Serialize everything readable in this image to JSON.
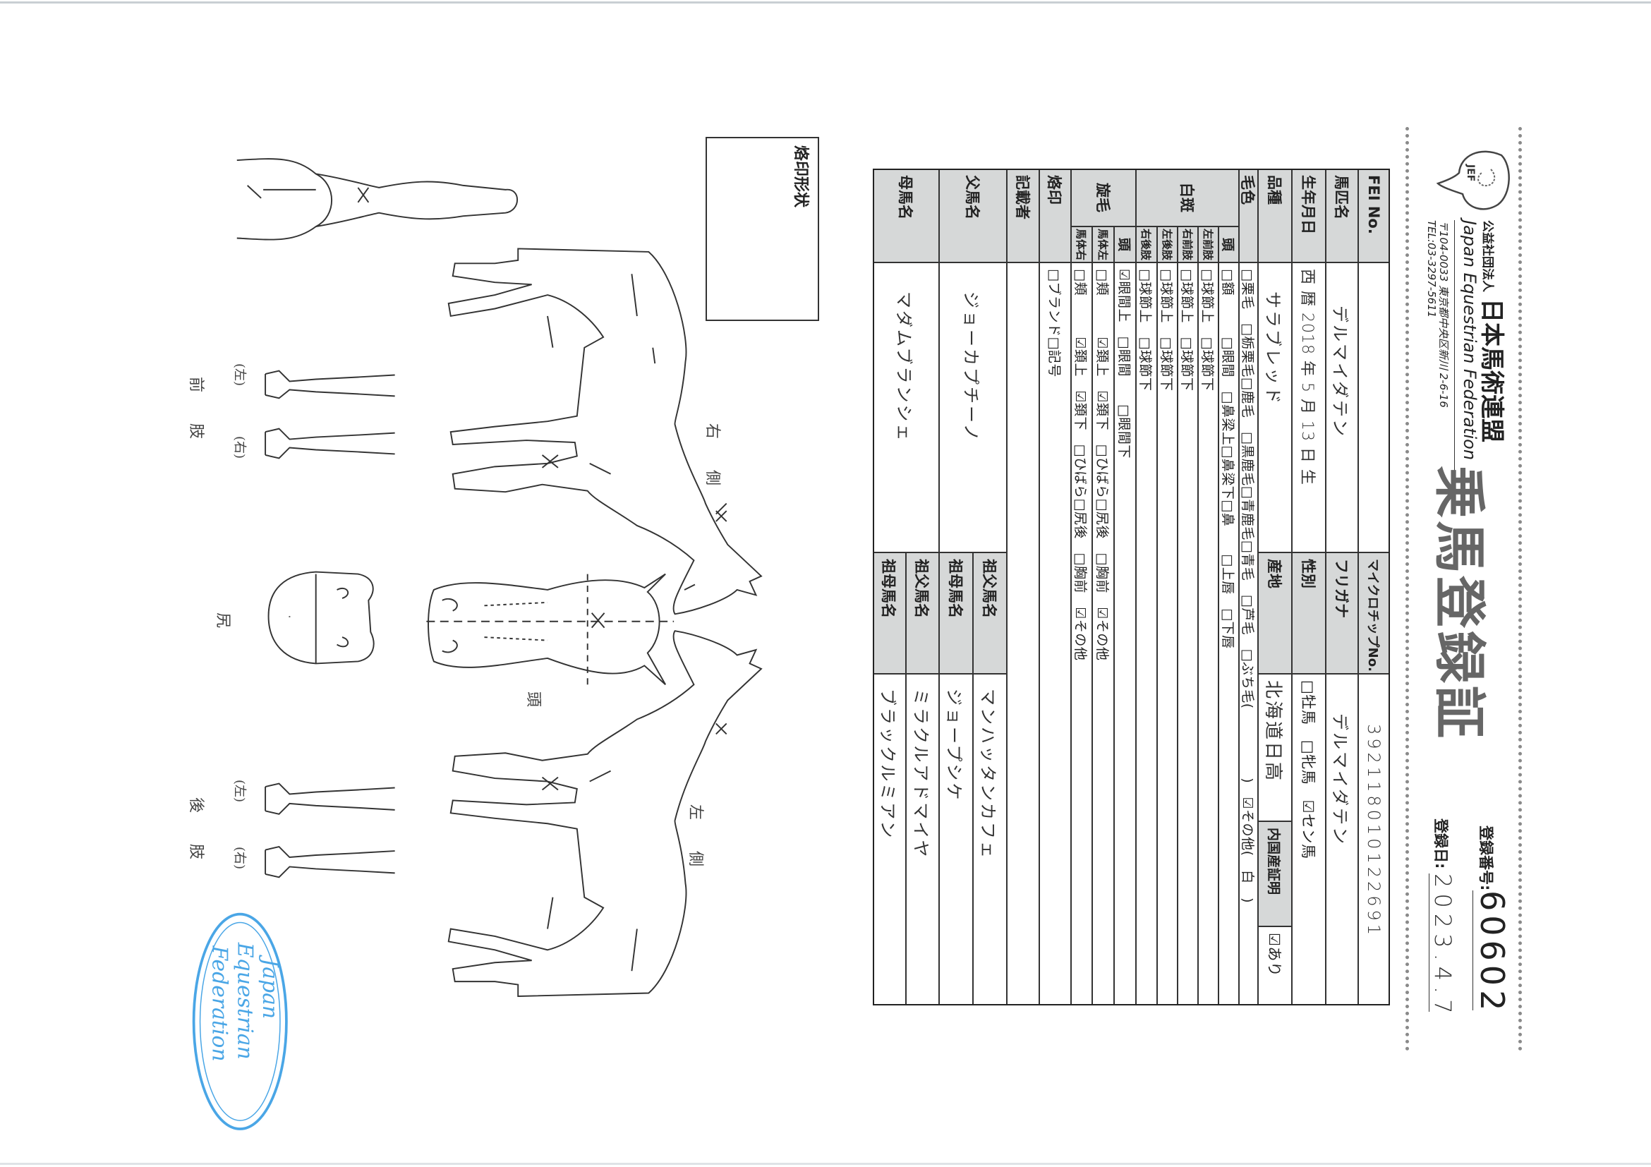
{
  "header": {
    "logo_text": "JEF",
    "org_type": "公益社団法人",
    "org_name": "日本馬術連盟",
    "org_name_en": "Japan Equestrian Federation",
    "address": "〒104-0033 東京都中央区新川 2-6-16",
    "tel": "TEL:03-3297-5611",
    "title": "乗馬登録証",
    "reg_number_label": "登録番号:",
    "reg_number": "60602",
    "reg_date_label": "登録日:",
    "reg_date": "2023.4.7"
  },
  "table": {
    "fei_label": "FEI No.",
    "fei_value": "",
    "microchip_label": "マイクロチップNo.",
    "microchip_value": "392118010122691",
    "name_label": "馬匹名",
    "name_value": "デルマイダテン",
    "furigana_label": "フリガナ",
    "furigana_value": "デルマイダテン",
    "birth_label": "生年月日",
    "birth_value": "西 暦  2018  年  5  月  13  日  生",
    "sex_label": "性別",
    "sex_value": "□牡馬　□牝馬　☑セン馬",
    "breed_label": "品種",
    "breed_value": "サラブレッド",
    "origin_label": "産地",
    "origin_value": "北海道日高",
    "domestic_label": "内国産証明",
    "domestic_value": "☑あり",
    "coat_label": "毛色",
    "coat_value": "□栗毛　□栃栗毛□鹿毛　□黒鹿毛□青鹿毛□青毛　□芦毛　□ぶち毛(　　　　　)　☑その他(　白　)",
    "white_label": "白斑",
    "white_rows": [
      {
        "part": "頭",
        "options": "□額　　　□眼間　□鼻梁上□鼻梁下□鼻　　□上唇　□下唇"
      },
      {
        "part": "左前肢",
        "options": "□球節上　□球節下"
      },
      {
        "part": "右前肢",
        "options": "□球節上　□球節下"
      },
      {
        "part": "左後肢",
        "options": "□球節上　□球節下"
      },
      {
        "part": "右後肢",
        "options": "□球節上　□球節下"
      }
    ],
    "whorl_label": "旋毛",
    "whorl_rows": [
      {
        "part": "頭",
        "options": "☑眼間上　□眼間　　□眼間下"
      },
      {
        "part": "馬体左",
        "options": "□頬　　　☑頚上　☑頚下　□ひばら□尻後　□胸前　☑その他"
      },
      {
        "part": "馬体右",
        "options": "□頬　　　☑頚上　☑頚下　□ひばら□尻後　□胸前　☑その他"
      }
    ],
    "brand_label": "烙印",
    "brand_value": "□ブランド□記号",
    "recorder_label": "記載者",
    "recorder_value": "",
    "sire_label": "父馬名",
    "sire_value": "ジョーカプチーノ",
    "sire_gs_label": "祖父馬名",
    "sire_gs_value": "マンハッタンカフェ",
    "sire_gd_label": "祖母馬名",
    "sire_gd_value": "ジョープシケ",
    "dam_label": "母馬名",
    "dam_value": "マダムブランシェ",
    "dam_gs_label": "祖父馬名",
    "dam_gs_value": "ミラクルアドマイヤ",
    "dam_gd_label": "祖母馬名",
    "dam_gd_value": "ブラックルミアン"
  },
  "diagram": {
    "brand_shape_label": "烙印形状",
    "right_side_label": "右　　側",
    "left_side_label": "左　　側",
    "head_label": "頭",
    "rear_label": "尻",
    "foreleg_label": "前　　肢",
    "hindleg_label": "後　　肢",
    "leg_left": "(左)",
    "leg_right": "(右)"
  },
  "stamp": {
    "line1": "Japan",
    "line2": "Equestrian",
    "line3": "Federation",
    "color": "#4aa6e6"
  },
  "colors": {
    "header_fill": "#d6d8d8",
    "title": "#666666"
  }
}
